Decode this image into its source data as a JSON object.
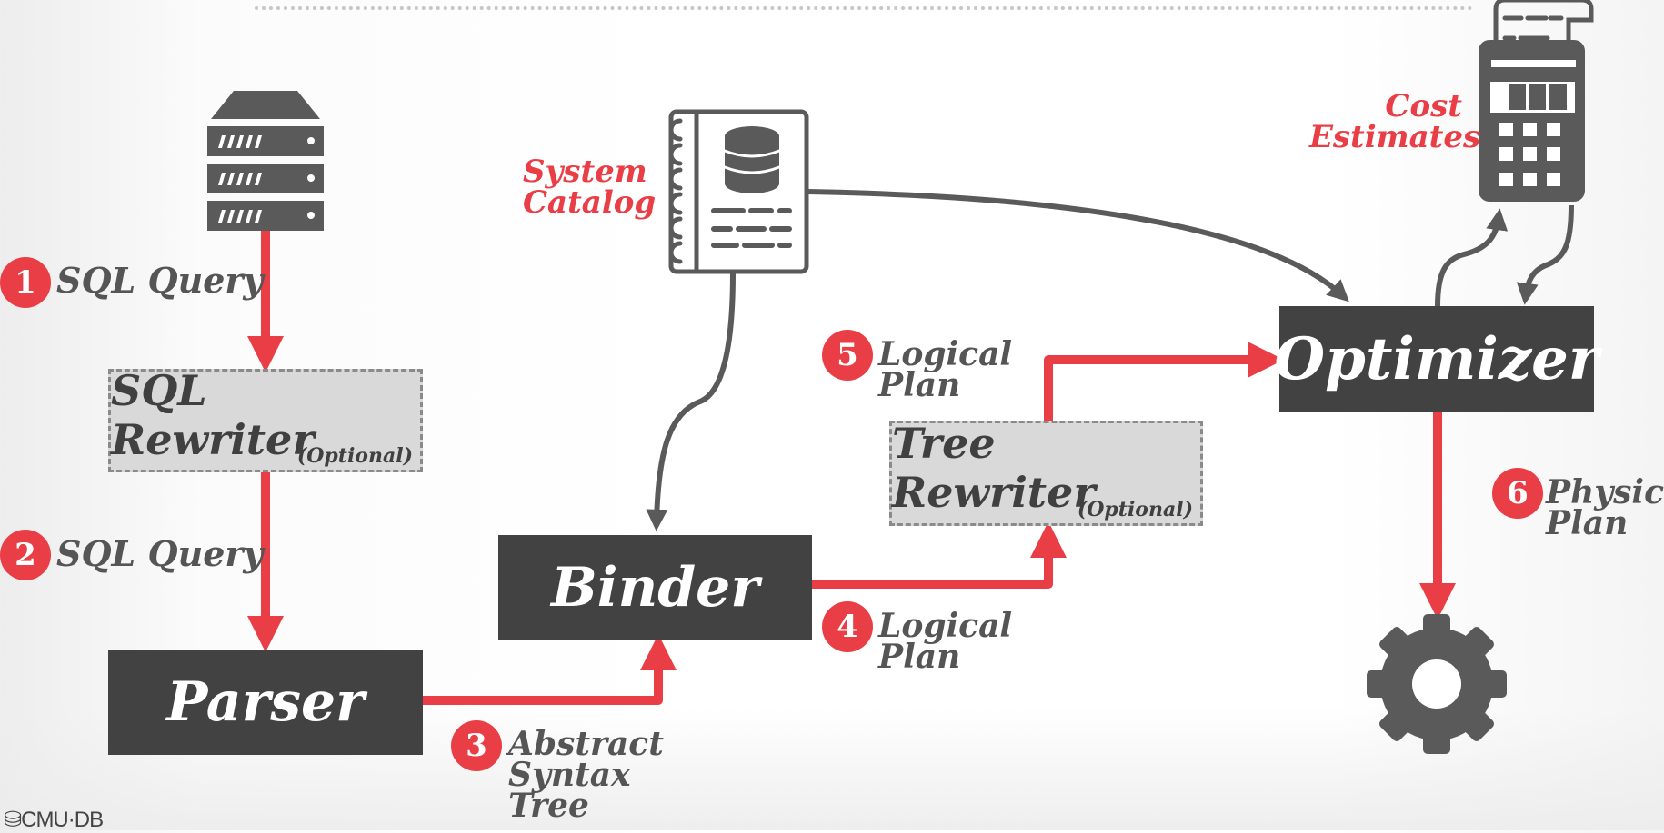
{
  "diagram": {
    "title": "Query Processing Architecture",
    "colors": {
      "accent": "#e93e45",
      "dark_box": "#424242",
      "optional_box": "#d9d9d9",
      "icon": "#5a5a5a",
      "text": "#555555"
    },
    "components": {
      "sql_rewriter": {
        "label": "SQL Rewriter",
        "note": "(Optional)"
      },
      "parser": {
        "label": "Parser"
      },
      "binder": {
        "label": "Binder"
      },
      "tree_rewriter": {
        "label": "Tree Rewriter",
        "note": "(Optional)"
      },
      "optimizer": {
        "label": "Optimizer"
      }
    },
    "annotations": {
      "system_catalog": [
        "System",
        "Catalog"
      ],
      "cost_estimates": [
        "Cost",
        "Estimates"
      ]
    },
    "steps": [
      {
        "number": "1",
        "lines": [
          "SQL Query"
        ]
      },
      {
        "number": "2",
        "lines": [
          "SQL Query"
        ]
      },
      {
        "number": "3",
        "lines": [
          "Abstract",
          "Syntax",
          "Tree"
        ]
      },
      {
        "number": "4",
        "lines": [
          "Logical",
          "Plan"
        ]
      },
      {
        "number": "5",
        "lines": [
          "Logical",
          "Plan"
        ]
      },
      {
        "number": "6",
        "lines": [
          "Physical",
          "Plan"
        ]
      }
    ],
    "icons": [
      "server-icon",
      "catalog-notebook-icon",
      "calculator-icon",
      "gear-icon"
    ],
    "footer_logo": "CMU·DB"
  }
}
